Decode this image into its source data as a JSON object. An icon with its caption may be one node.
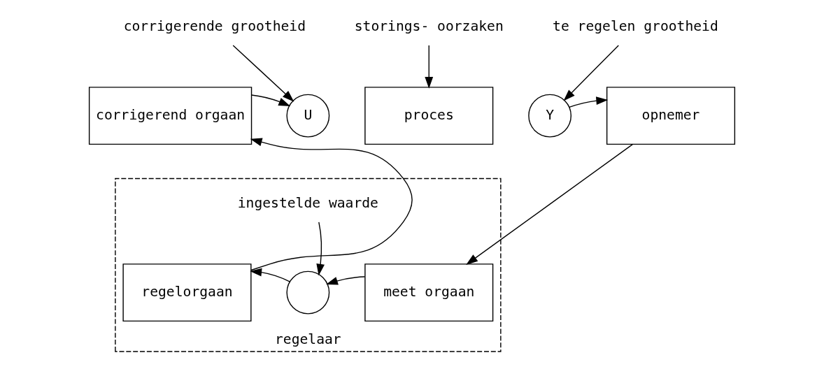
{
  "diagram": {
    "nodes": [
      {
        "text": [
          "regelaar"
        ]
      },
      {
        "text": [
          "corrigerend orgaan"
        ]
      },
      {
        "text": [
          "U"
        ]
      },
      {
        "text": [
          "proces"
        ]
      },
      {
        "text": [
          "Y"
        ]
      },
      {
        "text": [
          "opnemer"
        ]
      },
      {
        "text": [
          "regelorgaan"
        ],
        "in": 0
      },
      {
        "text": [],
        "shape": "circle",
        "in": 0
      },
      {
        "text": [
          "meet orgaan"
        ],
        "in": 0
      },
      {
        "text": [
          "storings- oorzaken"
        ]
      },
      {
        "text": [
          "corrigerende grootheid"
        ]
      },
      {
        "text": [
          "te regelen grootheid"
        ]
      },
      {
        "text": [
          "ingestelde waarde"
        ],
        "in": 0
      }
    ],
    "edges": [
      {
        "from": 1,
        "to": 2,
        "arrow": "to"
      },
      {
        "from": 4,
        "to": 5,
        "arrow": "to"
      },
      {
        "from": 5,
        "to": 8,
        "arrow": "to"
      },
      {
        "from": 8,
        "to": 7,
        "arrow": "to"
      },
      {
        "from": 7,
        "to": 6,
        "arrow": "to"
      },
      {
        "from": 6,
        "to": 1,
        "arrow": "to"
      },
      {
        "from": 9,
        "to": 3,
        "arrow": "to"
      },
      {
        "from": 10,
        "to": 2,
        "arrow": "to"
      },
      {
        "from": 11,
        "to": 4,
        "arrow": "to"
      },
      {
        "from": 12,
        "to": 7,
        "arrow": "to"
      }
    ]
  }
}
